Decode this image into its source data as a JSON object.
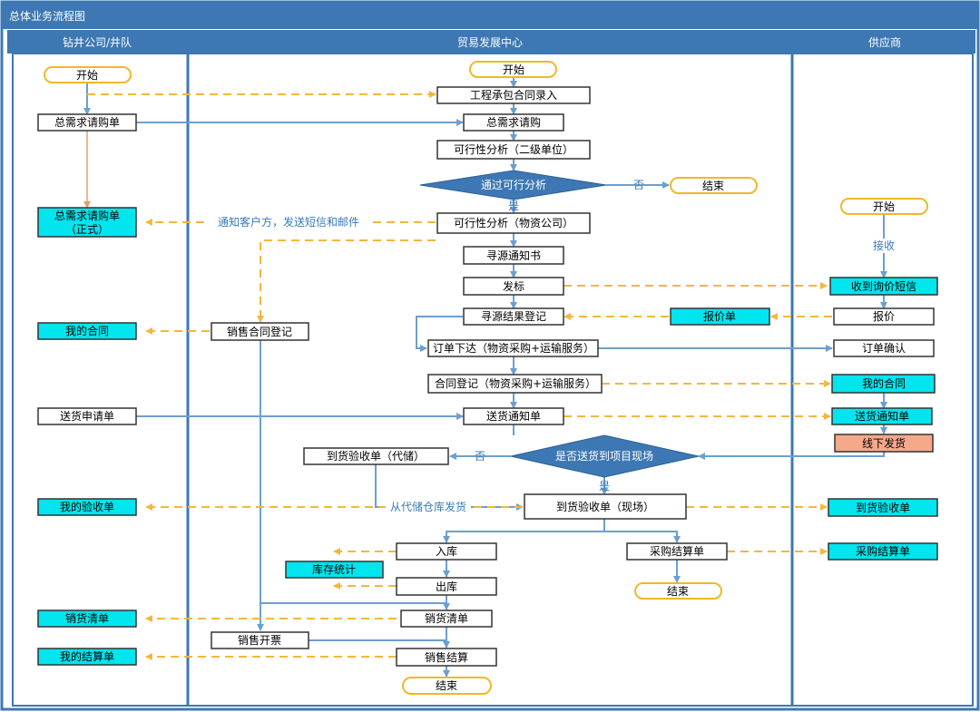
{
  "title": "总体业务流程图",
  "lanes": [
    "钻井公司/井队",
    "贸易发展中心",
    "供应商"
  ],
  "nodes": {
    "start_a": "开始",
    "req_a": "总需求请购单",
    "req_formal_1": "总需求请购单",
    "req_formal_2": "（正式）",
    "my_contract_a": "我的合同",
    "delivery_req": "送货申请单",
    "my_accept_a": "我的验收单",
    "sales_list_a": "销货清单",
    "my_settle_a": "我的结算单",
    "start_b": "开始",
    "contract_entry": "工程承包合同录入",
    "total_req": "总需求请购",
    "feas_2nd": "可行性分析（二级单位）",
    "pass_feas": "通过可行分析",
    "end_1": "结束",
    "feas_mat": "可行性分析（物资公司）",
    "source_notice": "寻源通知书",
    "bid": "发标",
    "source_result": "寻源结果登记",
    "quote_sheet": "报价单",
    "sales_contract": "销售合同登记",
    "order_issue": "订单下达（物资采购+运输服务）",
    "contract_reg": "合同登记（物资采购+运输服务）",
    "delivery_notice": "送货通知单",
    "arrive_site_q": "是否送货到项目现场",
    "arrive_storage": "到货验收单（代储）",
    "arrive_site": "到货验收单（现场）",
    "stock_in": "入库",
    "stock_stat": "库存统计",
    "stock_out": "出库",
    "purchase_settle": "采购结算单",
    "end_2": "结束",
    "sales_list": "销货清单",
    "sales_invoice": "销售开票",
    "sales_settle": "销售结算",
    "end_3": "结束",
    "start_c": "开始",
    "recv_sms": "收到询价短信",
    "quote": "报价",
    "order_confirm": "订单确认",
    "my_contract_c": "我的合同",
    "delivery_notice_c": "送货通知单",
    "offline_ship": "线下发货",
    "arrive_c": "到货验收单",
    "purchase_settle_c": "采购结算单"
  },
  "labels": {
    "no_1": "否",
    "yes_1": "是",
    "notify": "通知客户方，发送短信和邮件",
    "receive": "接收",
    "no_2": "否",
    "yes_2": "是",
    "ship_from_storage": "从代储仓库发货"
  },
  "colors": {
    "lane_header": "#3d78b4",
    "lane_border": "#3d78b4",
    "flow_line": "#6c9fcf",
    "dash_line": "#f4b63e",
    "cyan_box": "#00e5ee",
    "orange_box": "#f5a98a",
    "decision": "#3d78b4",
    "start_border": "#f0b828"
  }
}
